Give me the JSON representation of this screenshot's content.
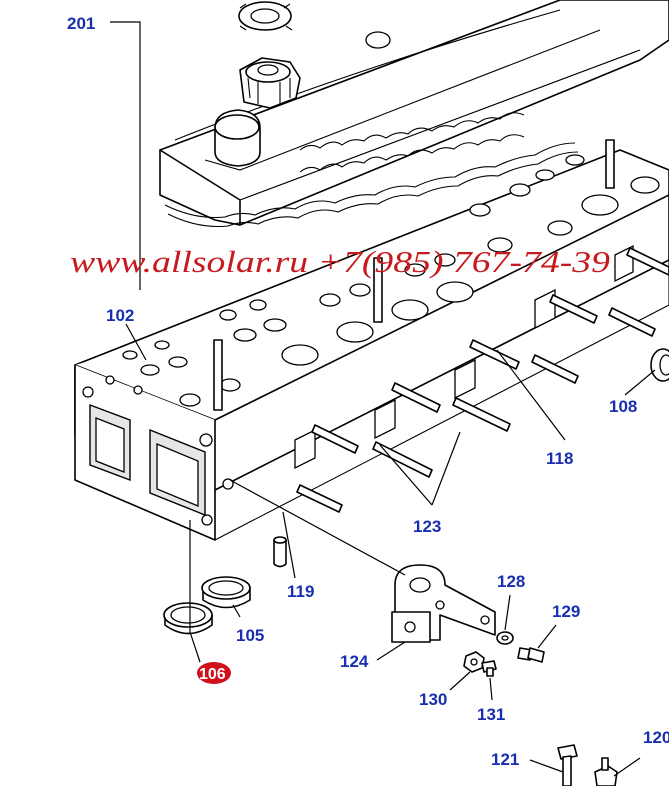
{
  "callouts": {
    "c201": "201",
    "c102": "102",
    "c108": "108",
    "c118": "118",
    "c123": "123",
    "c119": "119",
    "c105": "105",
    "c106": "106",
    "c128": "128",
    "c129": "129",
    "c124": "124",
    "c130": "130",
    "c131": "131",
    "c121": "121",
    "c120": "120"
  },
  "watermark": "www.allsolar.ru +7(985) 767-74-39",
  "colors": {
    "callout_text": "#1a2fb0",
    "highlight_badge": "#d0101a",
    "watermark": "#c8191d",
    "line_art": "#000000"
  }
}
